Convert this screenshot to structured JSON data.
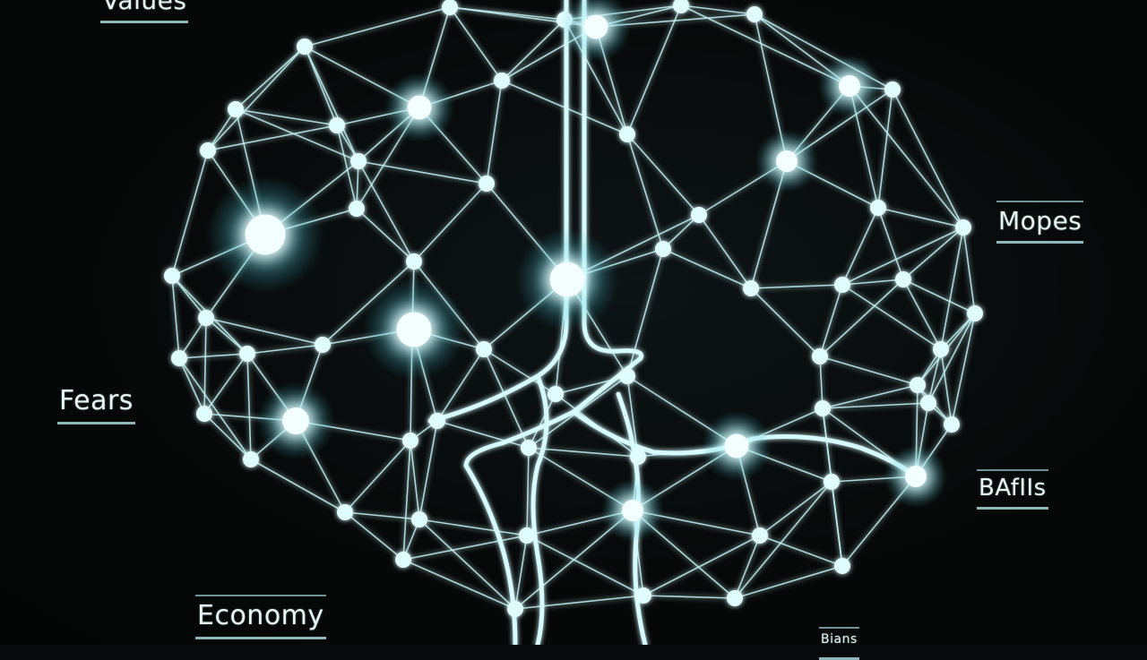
{
  "image": {
    "subject": "glowing neural network shaped like a brain",
    "background_color": "#07090a",
    "glow_color": "#9ff7ff",
    "line_color": "#bff3f5"
  },
  "labels": {
    "values": "Values",
    "mopes": "Mopes",
    "fears": "Fears",
    "bafis": "BAfIIs",
    "economy": "Economy",
    "bottom": "Bians"
  }
}
